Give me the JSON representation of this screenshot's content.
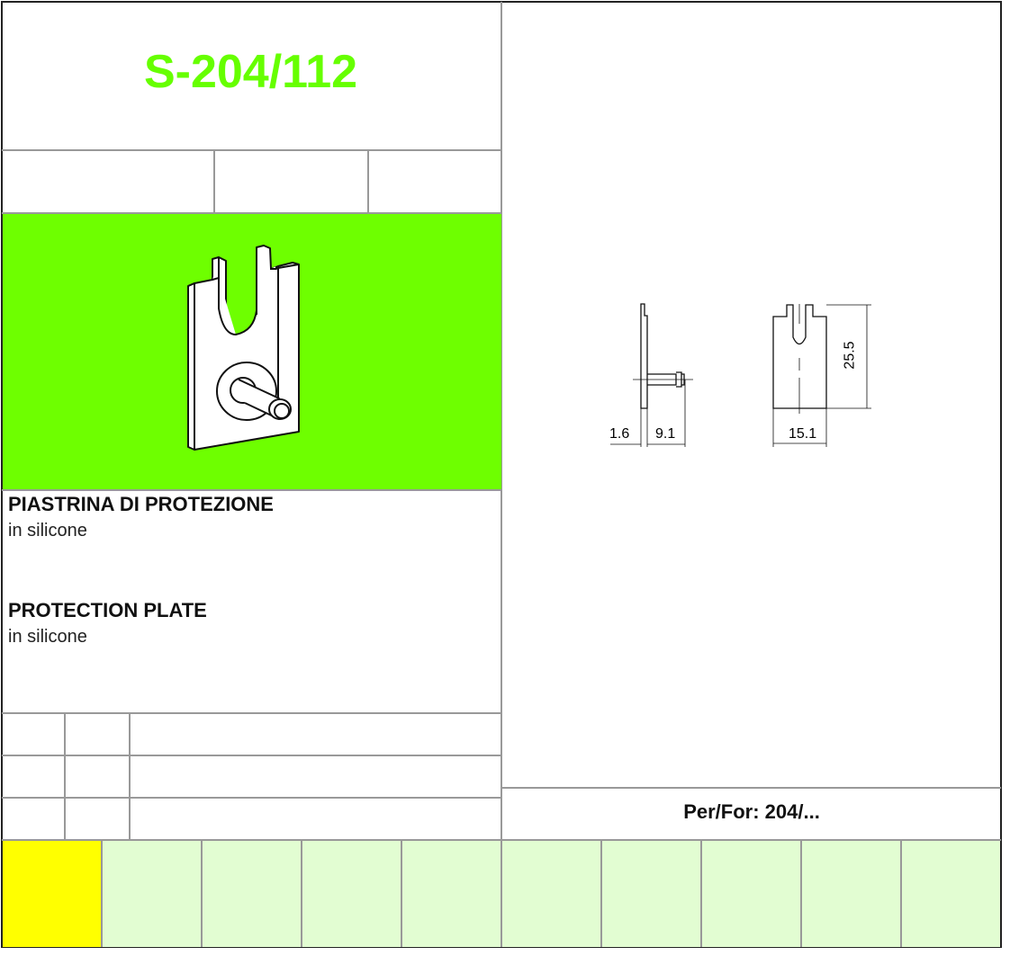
{
  "header": {
    "code": "S-204/112"
  },
  "description": {
    "it_title": "PIASTRINA DI PROTEZIONE",
    "it_subtitle": "in silicone",
    "en_title": "PROTECTION PLATE",
    "en_subtitle": "in silicone"
  },
  "drawing": {
    "dim_thickness": "1.6",
    "dim_pin_length": "9.1",
    "dim_width": "15.1",
    "dim_height": "25.5"
  },
  "compatibility": {
    "label": "Per/For: 204/..."
  },
  "colors": {
    "accent_green": "#6eff00",
    "title_green": "#66ff00",
    "yellow": "#ffff00",
    "light_green": "#e2fdd2"
  }
}
